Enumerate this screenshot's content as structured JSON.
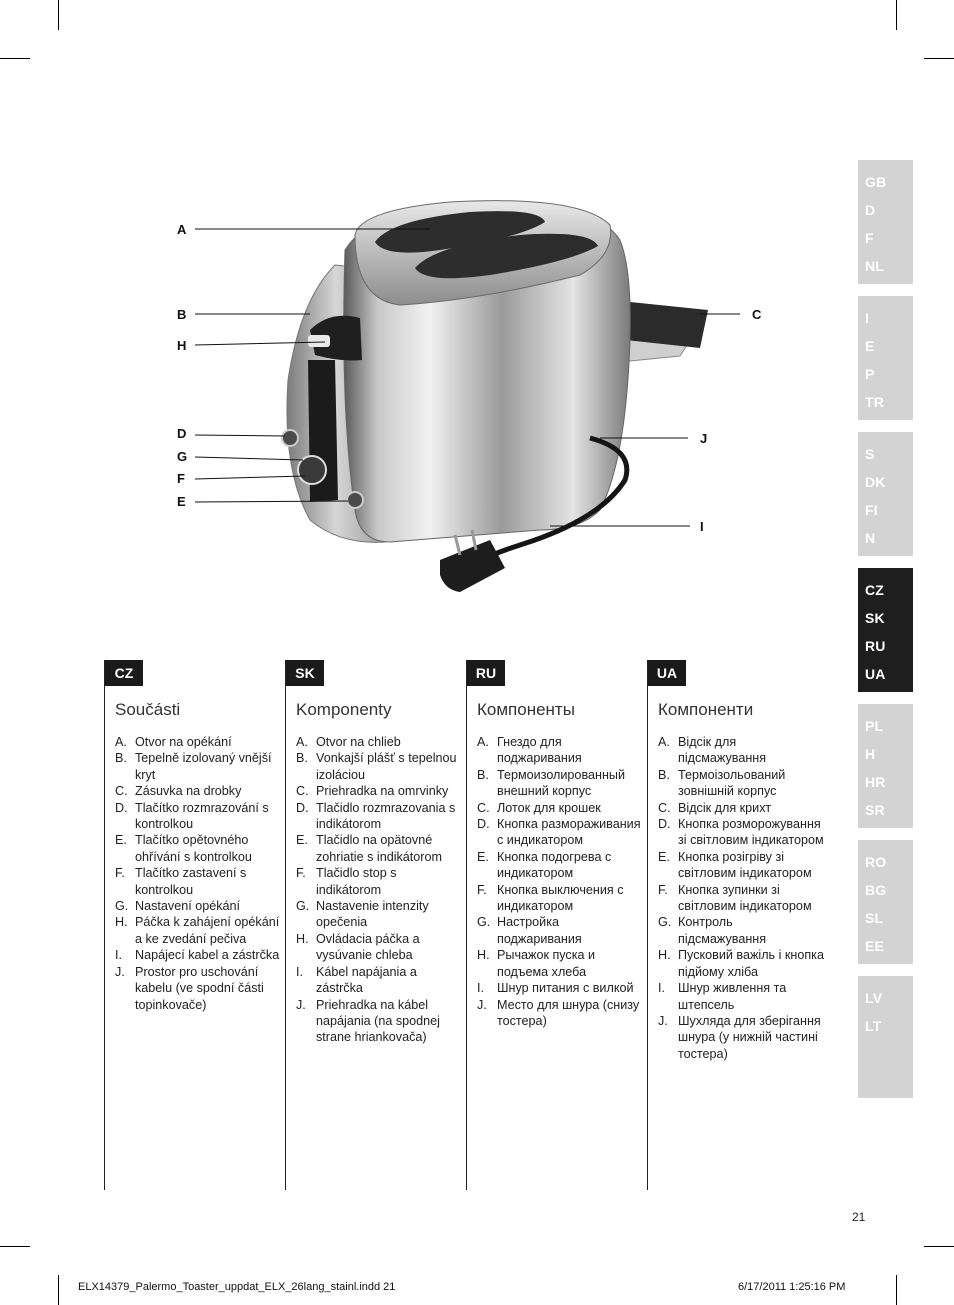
{
  "illustration": {
    "callouts": {
      "A": "A",
      "B": "B",
      "H": "H",
      "D": "D",
      "G": "G",
      "F": "F",
      "E": "E",
      "C": "C",
      "J": "J",
      "I": "I"
    }
  },
  "language_tabs": [
    {
      "items": [
        "GB",
        "D",
        "F",
        "NL"
      ],
      "active": false
    },
    {
      "items": [
        "I",
        "E",
        "P",
        "TR"
      ],
      "active": false
    },
    {
      "items": [
        "S",
        "DK",
        "FI",
        "N"
      ],
      "active": false
    },
    {
      "items": [
        "CZ",
        "SK",
        "RU",
        "UA"
      ],
      "active": true
    },
    {
      "items": [
        "PL",
        "H",
        "HR",
        "SR"
      ],
      "active": false
    },
    {
      "items": [
        "RO",
        "BG",
        "SL",
        "EE"
      ],
      "active": false
    },
    {
      "items": [
        "LV",
        "LT"
      ],
      "active": false
    }
  ],
  "columns": [
    {
      "tag": "CZ",
      "heading": "Součásti",
      "items": [
        {
          "letter": "A.",
          "text": "Otvor na opékání"
        },
        {
          "letter": "B.",
          "text": "Tepelně izolovaný vnější kryt"
        },
        {
          "letter": "C.",
          "text": "Zásuvka na drobky"
        },
        {
          "letter": "D.",
          "text": "Tlačítko rozmrazování s kontrolkou"
        },
        {
          "letter": "E.",
          "text": "Tlačítko opětovného ohřívání s kontrolkou"
        },
        {
          "letter": "F.",
          "text": "Tlačítko zastavení s kontrolkou"
        },
        {
          "letter": "G.",
          "text": "Nastavení opékání"
        },
        {
          "letter": "H.",
          "text": "Páčka k zahájení opékání a ke zvedání pečiva"
        },
        {
          "letter": "I.",
          "text": "Napájecí kabel a zástrčka"
        },
        {
          "letter": "J.",
          "text": "Prostor pro uschování kabelu (ve spodní části topinkovače)"
        }
      ]
    },
    {
      "tag": "SK",
      "heading": "Komponenty",
      "items": [
        {
          "letter": "A.",
          "text": "Otvor na chlieb"
        },
        {
          "letter": "B.",
          "text": "Vonkajší plášť s tepelnou izoláciou"
        },
        {
          "letter": "C.",
          "text": "Priehradka na omrvinky"
        },
        {
          "letter": "D.",
          "text": "Tlačidlo rozmrazovania s indikátorom"
        },
        {
          "letter": "E.",
          "text": "Tlačidlo na opätovné zohriatie s indikátorom"
        },
        {
          "letter": "F.",
          "text": "Tlačidlo stop s indikátorom"
        },
        {
          "letter": "G.",
          "text": "Nastavenie intenzity opečenia"
        },
        {
          "letter": "H.",
          "text": "Ovládacia páčka a vysúvanie chleba"
        },
        {
          "letter": "I.",
          "text": "Kábel napájania a zástrčka"
        },
        {
          "letter": "J.",
          "text": "Priehradka na kábel napájania (na spodnej strane hriankovača)"
        }
      ]
    },
    {
      "tag": "RU",
      "heading": "Компоненты",
      "items": [
        {
          "letter": "A.",
          "text": "Гнездо для поджаривания"
        },
        {
          "letter": "B.",
          "text": "Термоизолированный внешний корпус"
        },
        {
          "letter": "C.",
          "text": "Лоток для крошек"
        },
        {
          "letter": "D.",
          "text": "Кнопка размораживания с индикатором"
        },
        {
          "letter": "E.",
          "text": "Кнопка подогрева с индикатором"
        },
        {
          "letter": "F.",
          "text": "Кнопка выключения с индикатором"
        },
        {
          "letter": "G.",
          "text": "Настройка поджаривания"
        },
        {
          "letter": "H.",
          "text": "Рычажок пуска и подъема хлеба"
        },
        {
          "letter": "I.",
          "text": "Шнур питания с вилкой"
        },
        {
          "letter": "J.",
          "text": "Место для шнура (снизу тостера)"
        }
      ]
    },
    {
      "tag": "UA",
      "heading": "Компоненти",
      "items": [
        {
          "letter": "A.",
          "text": "Відсік для підсмажування"
        },
        {
          "letter": "B.",
          "text": "Термоізольований зовнішній корпус"
        },
        {
          "letter": "C.",
          "text": "Відсік для крихт"
        },
        {
          "letter": "D.",
          "text": "Кнопка розморожування зі світловим індикатором"
        },
        {
          "letter": "E.",
          "text": "Кнопка розігріву зі світловим індикатором"
        },
        {
          "letter": "F.",
          "text": "Кнопка зупинки зі світловим індикатором"
        },
        {
          "letter": "G.",
          "text": "Контроль підсмажування"
        },
        {
          "letter": "H.",
          "text": "Пусковий важіль і кнопка підйому хліба"
        },
        {
          "letter": "I.",
          "text": "Шнур живлення та штепсель"
        },
        {
          "letter": "J.",
          "text": "Шухляда для зберігання шнура (у нижній частині тостера)"
        }
      ]
    }
  ],
  "page_number": "21",
  "footer": {
    "filename": "ELX14379_Palermo_Toaster_uppdat_ELX_26lang_stainl.indd   21",
    "timestamp": "6/17/2011   1:25:16 PM"
  }
}
